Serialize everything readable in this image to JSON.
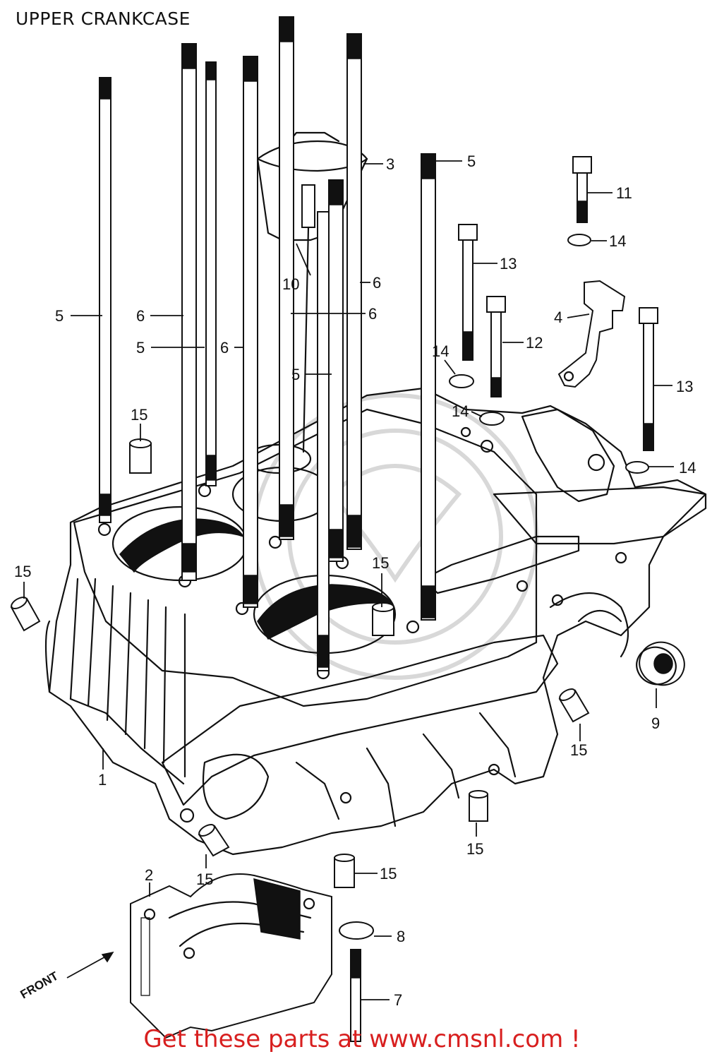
{
  "title": "UPPER CRANKCASE",
  "footer": "Get these parts at www.cmsnl.com !",
  "front_label": "FRONT",
  "callouts": [
    {
      "id": "c5a",
      "label": "5"
    },
    {
      "id": "c6a",
      "label": "6"
    },
    {
      "id": "c5b",
      "label": "5"
    },
    {
      "id": "c6b",
      "label": "6"
    },
    {
      "id": "c3",
      "label": "3"
    },
    {
      "id": "c5c",
      "label": "5"
    },
    {
      "id": "c10",
      "label": "10"
    },
    {
      "id": "c6c",
      "label": "6"
    },
    {
      "id": "c6d",
      "label": "6"
    },
    {
      "id": "c5d",
      "label": "5"
    },
    {
      "id": "c11",
      "label": "11"
    },
    {
      "id": "c14a",
      "label": "14"
    },
    {
      "id": "c13a",
      "label": "13"
    },
    {
      "id": "c4",
      "label": "4"
    },
    {
      "id": "c12",
      "label": "12"
    },
    {
      "id": "c14b",
      "label": "14"
    },
    {
      "id": "c14c",
      "label": "14"
    },
    {
      "id": "c13b",
      "label": "13"
    },
    {
      "id": "c14d",
      "label": "14"
    },
    {
      "id": "c15a",
      "label": "15"
    },
    {
      "id": "c15b",
      "label": "15"
    },
    {
      "id": "c15c",
      "label": "15"
    },
    {
      "id": "c9",
      "label": "9"
    },
    {
      "id": "c15d",
      "label": "15"
    },
    {
      "id": "c1",
      "label": "1"
    },
    {
      "id": "c15e",
      "label": "15"
    },
    {
      "id": "c15f",
      "label": "15"
    },
    {
      "id": "c15g",
      "label": "15"
    },
    {
      "id": "c2",
      "label": "2"
    },
    {
      "id": "c8",
      "label": "8"
    },
    {
      "id": "c7",
      "label": "7"
    }
  ]
}
